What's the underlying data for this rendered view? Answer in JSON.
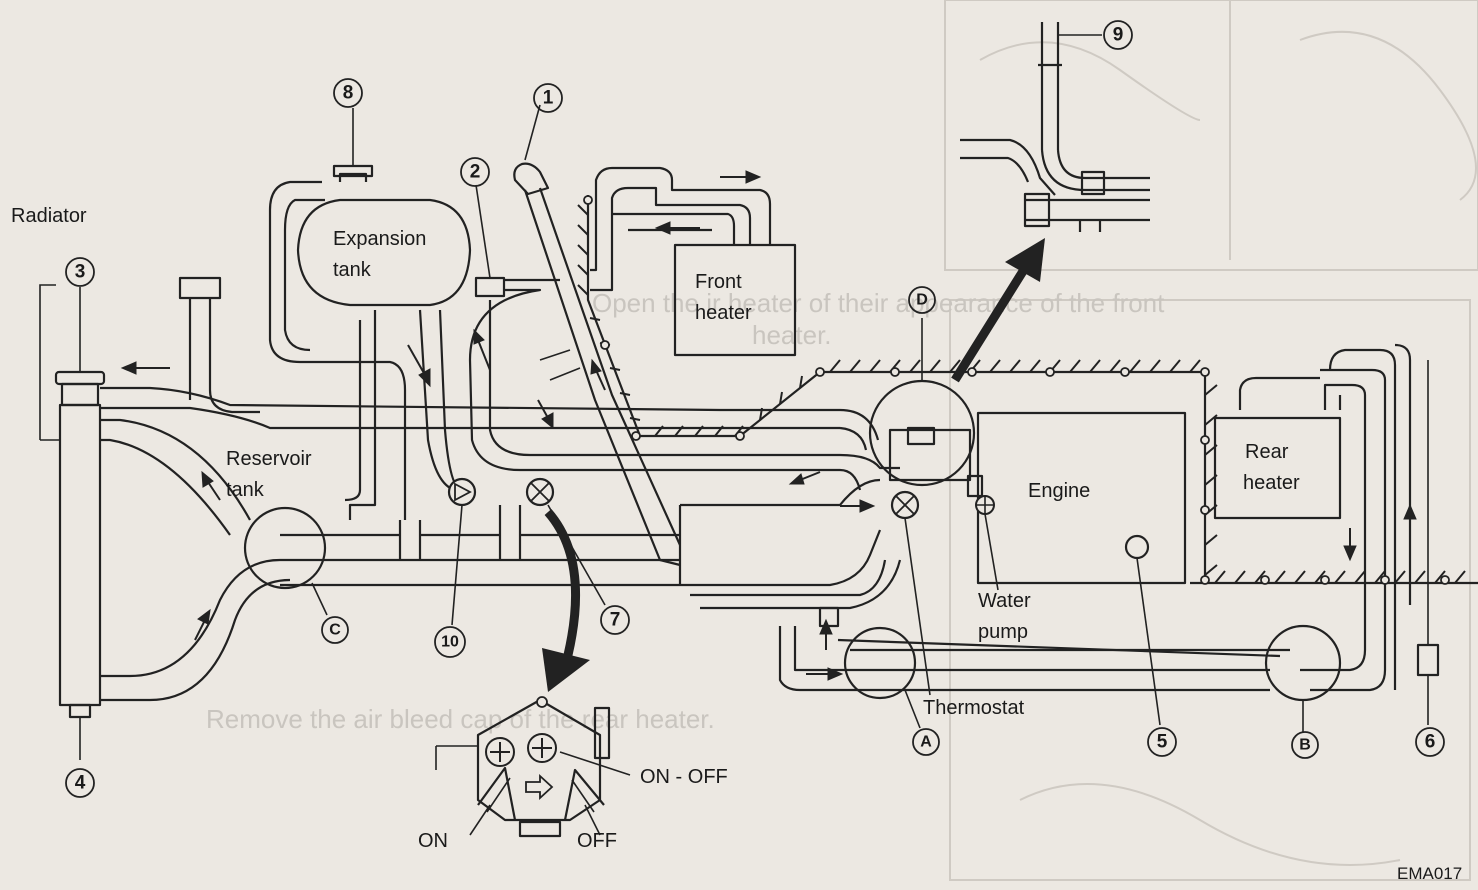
{
  "labels": {
    "radiator": "Radiator",
    "expansion_tank_1": "Expansion",
    "expansion_tank_2": "tank",
    "reservoir_tank_1": "Reservoir",
    "reservoir_tank_2": "tank",
    "front_heater_1": "Front",
    "front_heater_2": "heater",
    "rear_heater_1": "Rear",
    "rear_heater_2": "heater",
    "engine": "Engine",
    "water_pump_1": "Water",
    "water_pump_2": "pump",
    "thermostat": "Thermostat",
    "valve_on": "ON",
    "valve_off": "OFF",
    "valve_on_off": "ON - OFF",
    "figure_code": "EMA017"
  },
  "callouts": {
    "n1": "1",
    "n2": "2",
    "n3": "3",
    "n4": "4",
    "n5": "5",
    "n6": "6",
    "n7": "7",
    "n8": "8",
    "n9": "9",
    "n10": "10",
    "a": "A",
    "b": "B",
    "c": "C",
    "d": "D"
  },
  "background_text": {
    "line1": "Open    the   ir    heater  of   their  appearance  of  the   front",
    "line1b": "heater.",
    "line2": "Remove  the   air   bleed   cap   of   the   rear   heater."
  },
  "colors": {
    "line": "#222222",
    "paper": "#ece8e2",
    "ghost": "#c9c5bf"
  }
}
